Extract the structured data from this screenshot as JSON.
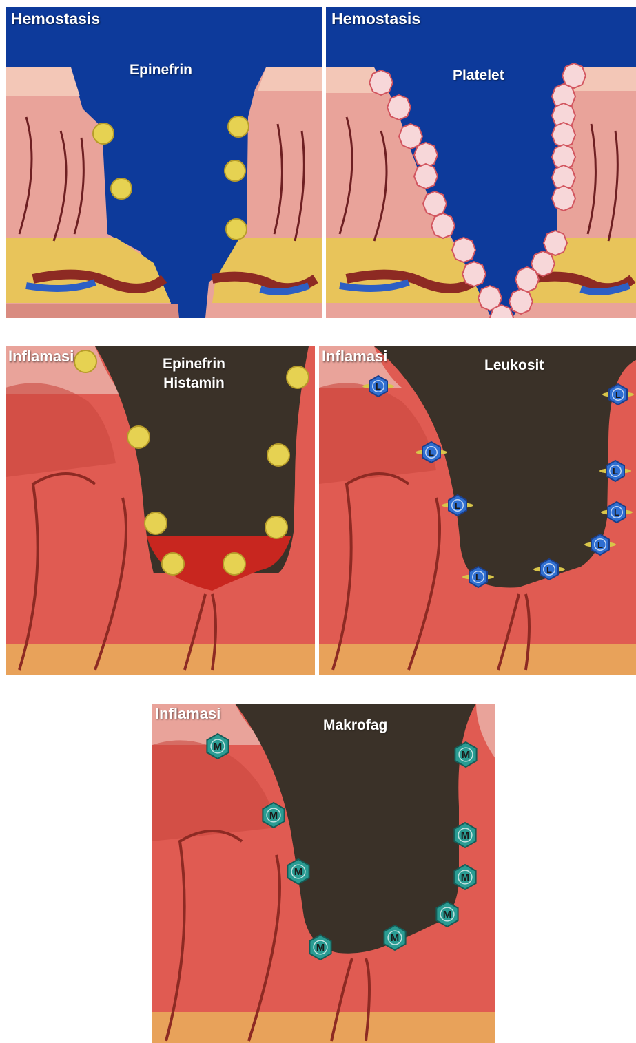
{
  "colors": {
    "hemostasis_bg": "#0d3a9b",
    "inflamasi_bg": "#3a3128",
    "skin": "#e9a39a",
    "skin_inflamed": "#e05b52",
    "fat": "#e8c45a",
    "blood": "#c8261f",
    "epinefrin": "#e6d252",
    "platelet": "#f7d7d9",
    "leukosit": "#2f6fd1",
    "makrofag": "#2a9c93"
  },
  "panels": [
    {
      "id": "hemostasis-epinefrin",
      "stage": "Hemostasis",
      "labels": [
        "Epinefrin"
      ],
      "cell_letter": ""
    },
    {
      "id": "hemostasis-platelet",
      "stage": "Hemostasis",
      "labels": [
        "Platelet"
      ],
      "cell_letter": ""
    },
    {
      "id": "inflamasi-epinefrin-histamin",
      "stage": "Inflamasi",
      "labels": [
        "Epinefrin",
        "Histamin"
      ],
      "cell_letter": ""
    },
    {
      "id": "inflamasi-leukosit",
      "stage": "Inflamasi",
      "labels": [
        "Leukosit"
      ],
      "cell_letter": "L"
    },
    {
      "id": "inflamasi-makrofag",
      "stage": "Inflamasi",
      "labels": [
        "Makrofag"
      ],
      "cell_letter": "M"
    }
  ]
}
